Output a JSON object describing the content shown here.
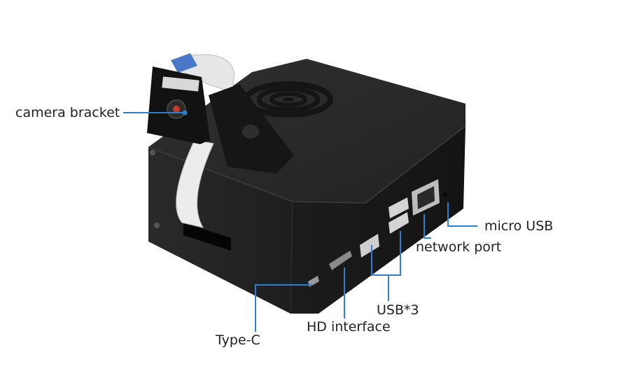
{
  "labels": {
    "camera_bracket": "camera bracket",
    "micro_usb": "micro USB",
    "network_port": "network port",
    "usb": "USB*3",
    "hd_interface": "HD interface",
    "type_c": "Type-C"
  },
  "colors": {
    "leader_line": "#2f7fd0",
    "label_text": "#222222",
    "case_body": "#1a1a1a",
    "ribbon_cable": "#e8e8e8",
    "ribbon_connector": "#4a78c8"
  }
}
